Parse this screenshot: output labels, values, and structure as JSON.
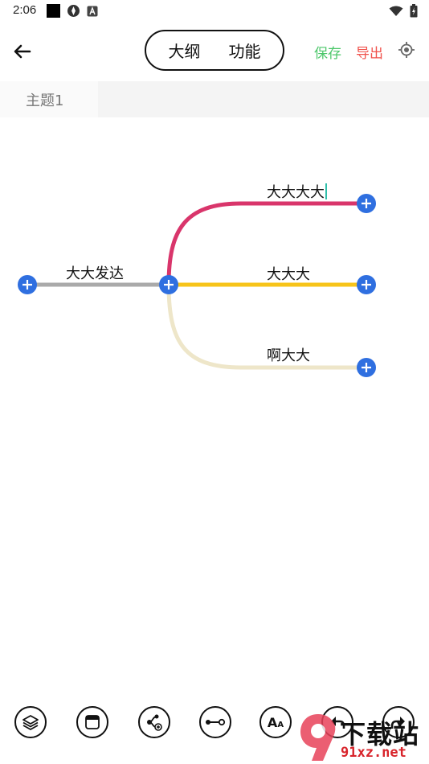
{
  "status": {
    "time": "2:06"
  },
  "header": {
    "segment_outline": "大纲",
    "segment_function": "功能",
    "save_label": "保存",
    "export_label": "导出"
  },
  "tabs": [
    {
      "label": "主题1"
    }
  ],
  "mindmap": {
    "root": {
      "label": "大大发达"
    },
    "children": [
      {
        "label": "大大大大",
        "color": "#d9356b"
      },
      {
        "label": "大大大",
        "color": "#f7c41a"
      },
      {
        "label": "啊大大",
        "color": "#eee6c9"
      }
    ],
    "left_connector_color": "#aaaaaa",
    "node_button_color": "#2f6fe0"
  },
  "watermark": {
    "brand_cn": "下载站",
    "url": "91xz.net"
  },
  "colors": {
    "save": "#4cc76a",
    "export": "#f0534d"
  }
}
